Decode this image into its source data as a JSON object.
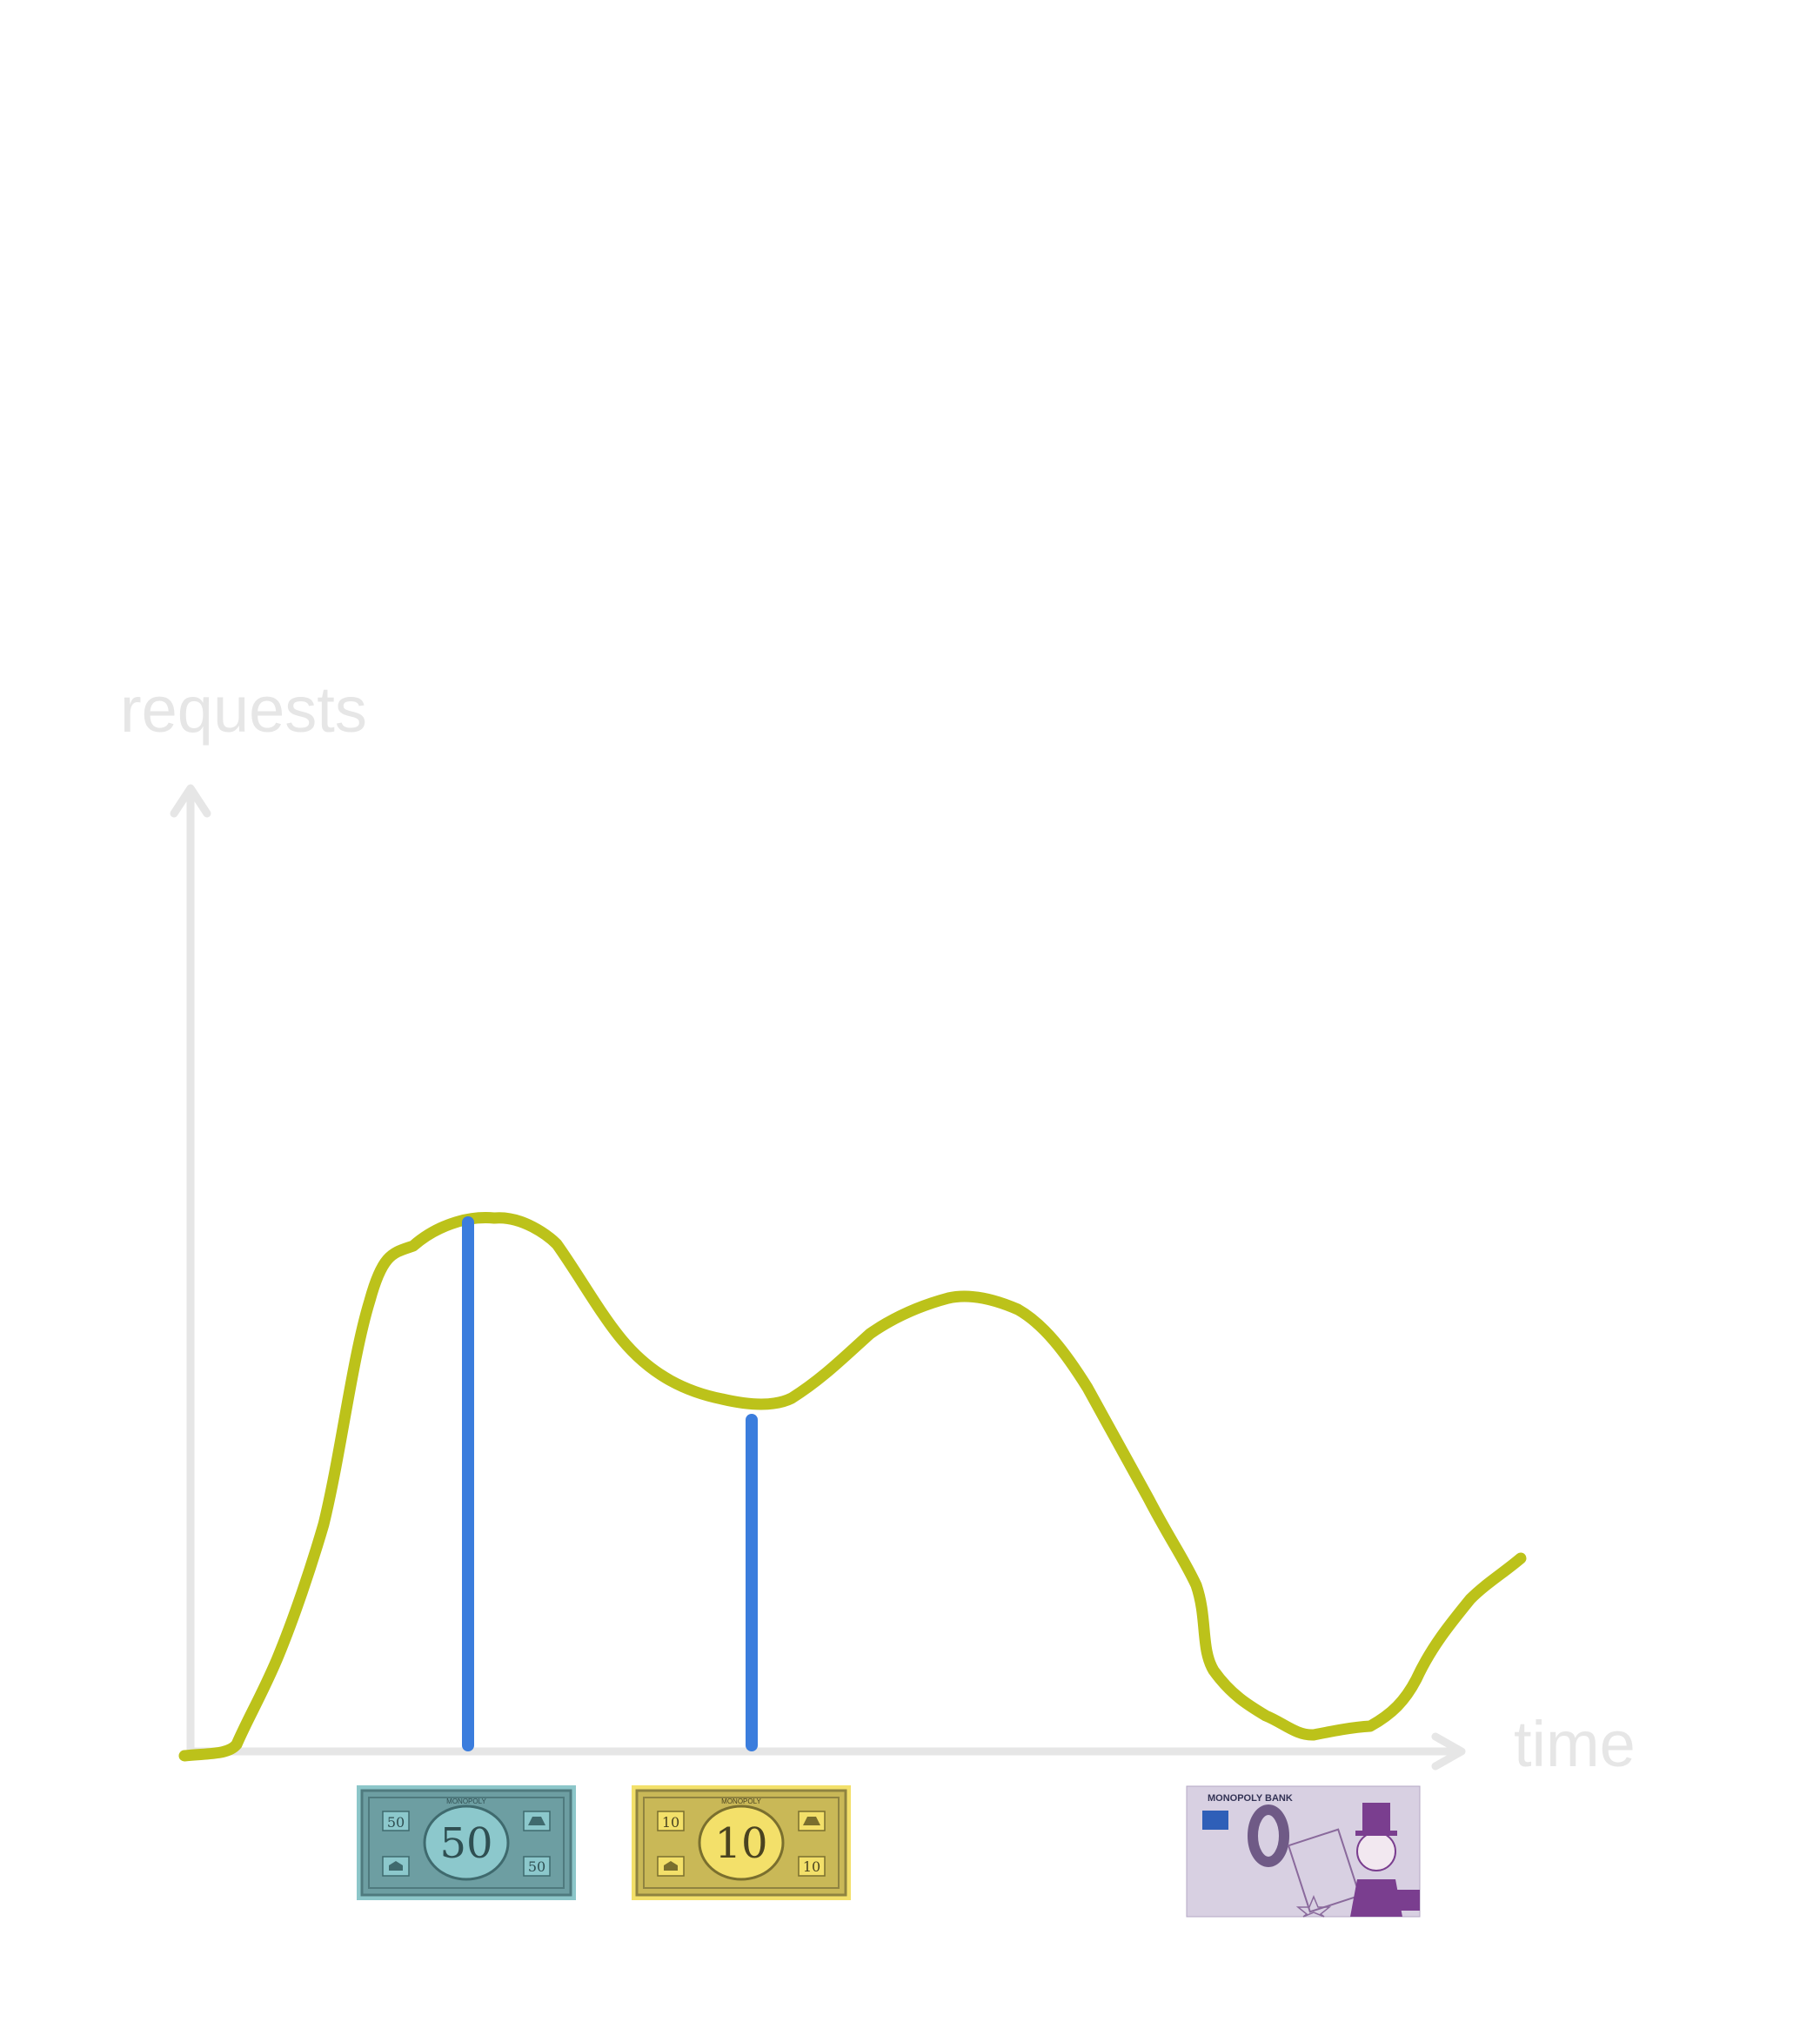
{
  "axes": {
    "y_label": "requests",
    "x_label": "time",
    "axis_color": "#e6e6e6"
  },
  "curve": {
    "color": "#bcc21a"
  },
  "markers": {
    "color": "#3b7ddd"
  },
  "bills": [
    {
      "denomination": "50",
      "corner_value": "50",
      "brand": "MONOPOLY",
      "color": "#6fa3a7",
      "inner_color": "#8cc8cc"
    },
    {
      "denomination": "10",
      "corner_value": "10",
      "brand": "MONOPOLY",
      "color": "#d7c75c",
      "inner_color": "#f3e06a"
    },
    {
      "denomination": "0",
      "bank_label": "MONOPOLY BANK",
      "color": "#cbbfd8",
      "accent": "#7a3e8f"
    }
  ]
}
